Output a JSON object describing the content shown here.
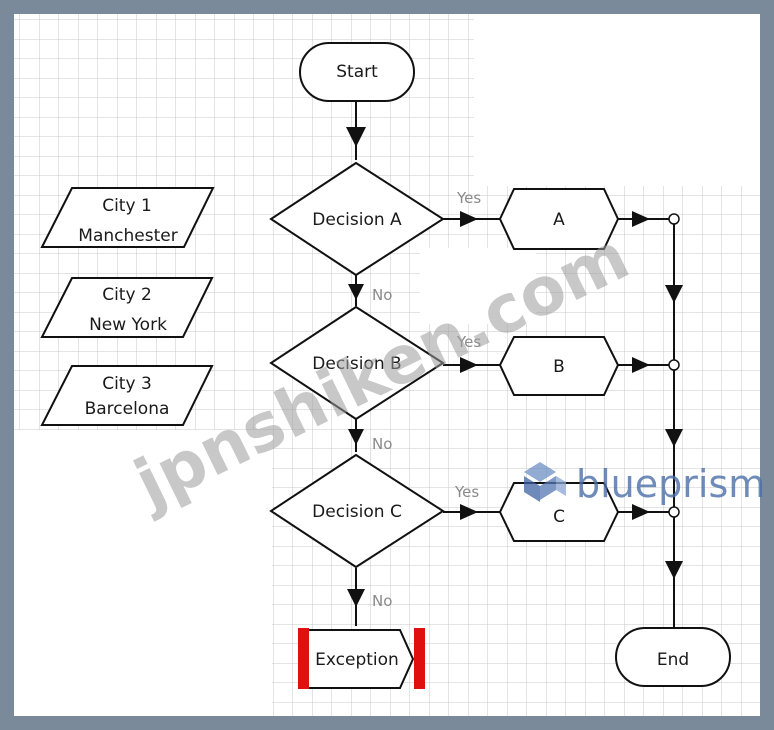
{
  "diagram": {
    "nodes": {
      "start": "Start",
      "end": "End",
      "decision_a": "Decision A",
      "decision_b": "Decision B",
      "decision_c": "Decision C",
      "action_a": "A",
      "action_b": "B",
      "action_c": "C",
      "exception": "Exception"
    },
    "data_items": [
      {
        "line1": "City 1",
        "line2": "Manchester"
      },
      {
        "line1": "City 2",
        "line2": "New York"
      },
      {
        "line1": "City 3",
        "line2": "Barcelona"
      }
    ],
    "edge_labels": {
      "yes_a": "Yes",
      "yes_b": "Yes",
      "yes_c": "Yes",
      "no_a": "No",
      "no_b": "No",
      "no_c": "No"
    }
  },
  "watermarks": {
    "site": "jpnshiken.com",
    "brand": "blueprism"
  },
  "colors": {
    "exception_bar": "#e01010",
    "brand_blue": "#4a6ea8",
    "watermark_gray": "#9a9a9a",
    "grid_line": "#c9c9c9"
  },
  "icons": {
    "brand_logo": "blueprism-logo-icon"
  }
}
